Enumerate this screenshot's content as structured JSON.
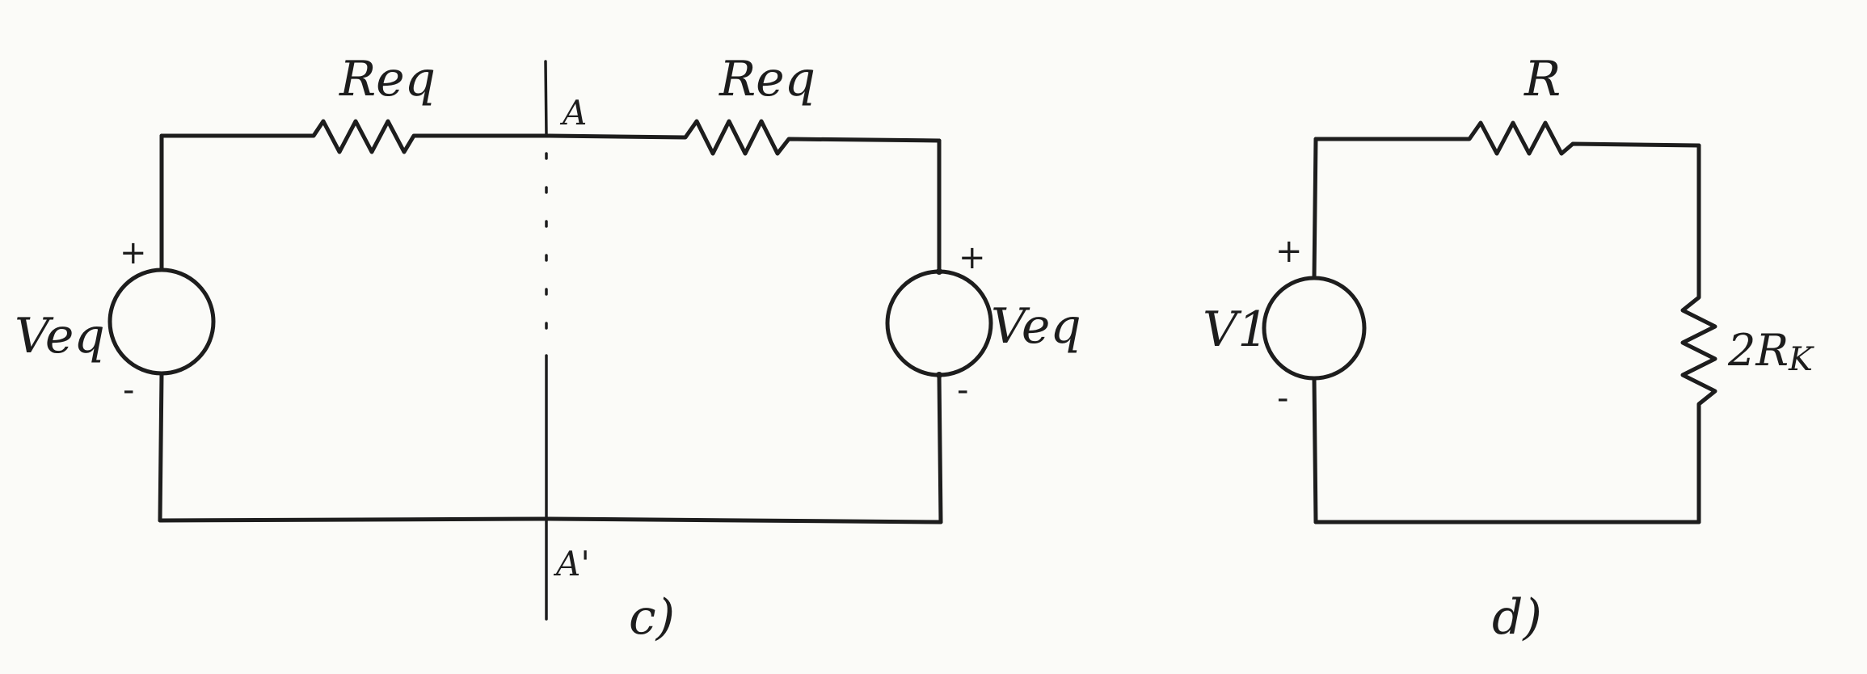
{
  "diagram": {
    "circuit_c": {
      "caption": "c)",
      "resistor_left": "Req",
      "resistor_right": "Req",
      "source_left": "Veq",
      "source_right": "Veq",
      "node_top": "A",
      "node_bottom": "A'",
      "plus": "+",
      "minus": "-"
    },
    "circuit_d": {
      "caption": "d)",
      "resistor_top": "R",
      "source": "V1",
      "resistor_load_main": "2R",
      "resistor_load_sub": "K",
      "plus": "+",
      "minus": "-"
    },
    "colors": {
      "ink": "#1d1d1d",
      "paper": "#fbfbf8"
    }
  }
}
